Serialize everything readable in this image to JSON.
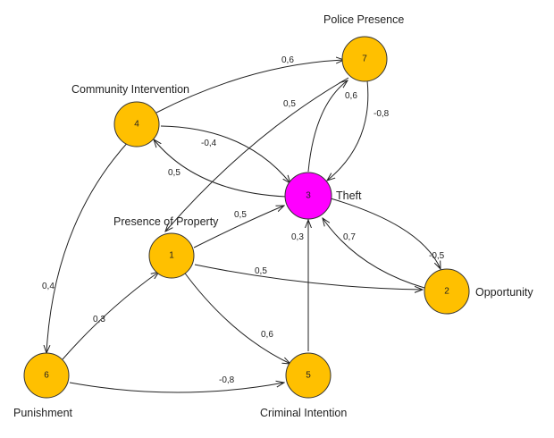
{
  "diagram": {
    "colors": {
      "default_node": "#FFC000",
      "highlight_node": "#FF00FF",
      "edge": "#222222"
    },
    "nodes": [
      {
        "key": "n7",
        "id": "7",
        "label": "Police Presence",
        "highlight": false
      },
      {
        "key": "n4",
        "id": "4",
        "label": "Community Intervention",
        "highlight": false
      },
      {
        "key": "n3",
        "id": "3",
        "label": "Theft",
        "highlight": true
      },
      {
        "key": "n1",
        "id": "1",
        "label": "Presence of Property",
        "highlight": false
      },
      {
        "key": "n2",
        "id": "2",
        "label": "Opportunity",
        "highlight": false
      },
      {
        "key": "n6",
        "id": "6",
        "label": "Punishment",
        "highlight": false
      },
      {
        "key": "n5",
        "id": "5",
        "label": "Criminal Intention",
        "highlight": false
      }
    ],
    "edges": [
      {
        "key": "e4_7",
        "from": "4",
        "to": "7",
        "weight": "0,6"
      },
      {
        "key": "e7_1",
        "from": "7",
        "to": "1",
        "weight": "0,5"
      },
      {
        "key": "e3_7",
        "from": "3",
        "to": "7",
        "weight": "0,6"
      },
      {
        "key": "e7_3",
        "from": "7",
        "to": "3",
        "weight": "-0,8"
      },
      {
        "key": "e4_3",
        "from": "4",
        "to": "3",
        "weight": "-0,4"
      },
      {
        "key": "e3_4",
        "from": "3",
        "to": "4",
        "weight": "0,5"
      },
      {
        "key": "e1_3",
        "from": "1",
        "to": "3",
        "weight": "0,5"
      },
      {
        "key": "e3_2",
        "from": "3",
        "to": "2",
        "weight": "-0,5"
      },
      {
        "key": "e2_3",
        "from": "2",
        "to": "3",
        "weight": "0,7"
      },
      {
        "key": "e5_3",
        "from": "5",
        "to": "3",
        "weight": "0,3"
      },
      {
        "key": "e1_2",
        "from": "1",
        "to": "2",
        "weight": "0,5"
      },
      {
        "key": "e4_6",
        "from": "4",
        "to": "6",
        "weight": "0,4"
      },
      {
        "key": "e6_1",
        "from": "6",
        "to": "1",
        "weight": "0,3"
      },
      {
        "key": "e1_5",
        "from": "1",
        "to": "5",
        "weight": "0,6"
      },
      {
        "key": "e6_5",
        "from": "6",
        "to": "5",
        "weight": "-0,8"
      }
    ]
  }
}
